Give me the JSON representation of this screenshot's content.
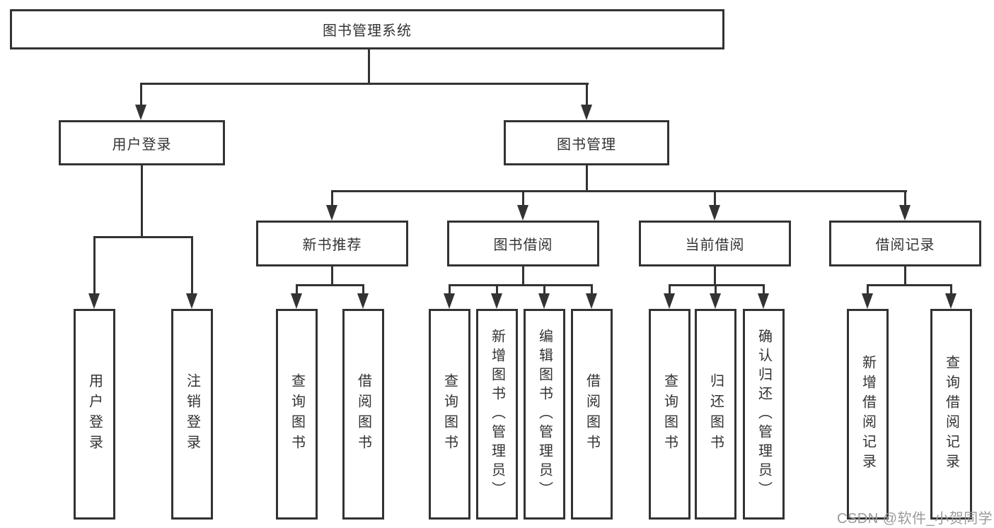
{
  "diagram": {
    "type": "hierarchy-tree",
    "orientation": "top-down"
  },
  "colors": {
    "background": "#ffffff",
    "line": "#333333",
    "box_border": "#333333",
    "text": "#333333",
    "watermark": "#9b9b9b"
  },
  "tree": {
    "label": "图书管理系统",
    "children": [
      {
        "label": "用户登录",
        "children": [
          {
            "label": "用户登录"
          },
          {
            "label": "注销登录"
          }
        ]
      },
      {
        "label": "图书管理",
        "children": [
          {
            "label": "新书推荐",
            "children": [
              {
                "label": "查询图书"
              },
              {
                "label": "借阅图书"
              }
            ]
          },
          {
            "label": "图书借阅",
            "children": [
              {
                "label": "查询图书"
              },
              {
                "label": "新增图书（管理员）"
              },
              {
                "label": "编辑图书（管理员）"
              },
              {
                "label": "借阅图书"
              }
            ]
          },
          {
            "label": "当前借阅",
            "children": [
              {
                "label": "查询图书"
              },
              {
                "label": "归还图书"
              },
              {
                "label": "确认归还（管理员）"
              }
            ]
          },
          {
            "label": "借阅记录",
            "children": [
              {
                "label": "新增借阅记录"
              },
              {
                "label": "查询借阅记录"
              }
            ]
          }
        ]
      }
    ]
  },
  "watermark": {
    "text": "CSDN @软件_小贺同学"
  }
}
